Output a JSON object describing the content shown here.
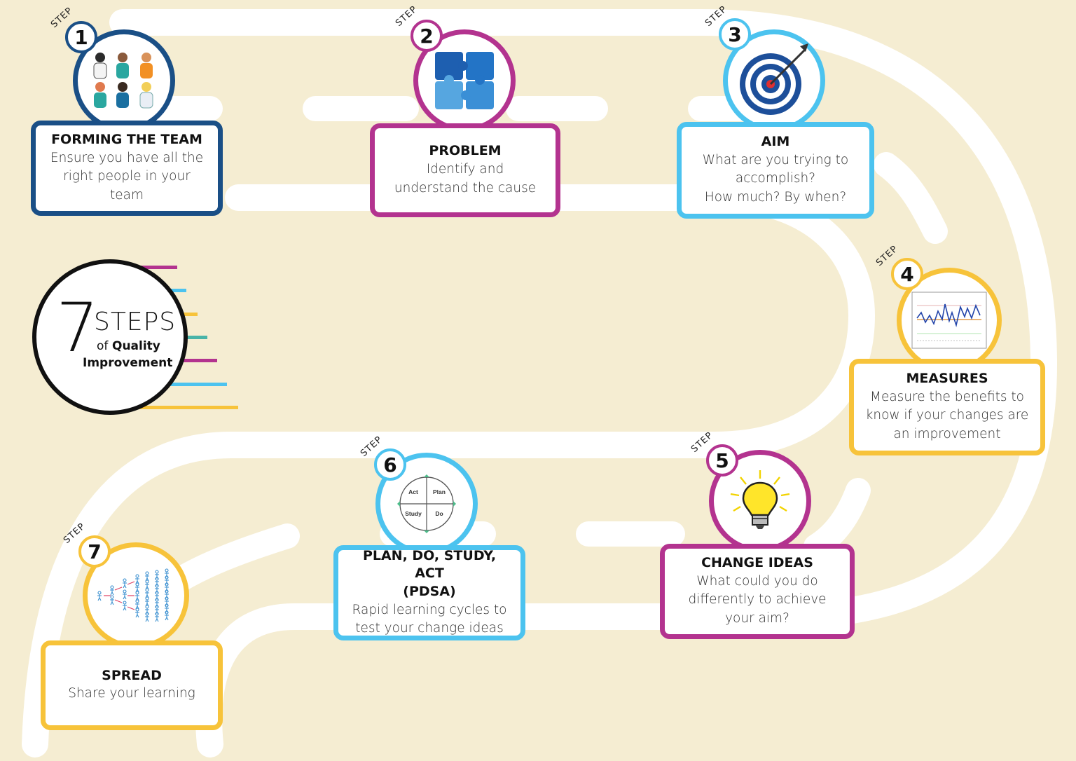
{
  "colors": {
    "background": "#f5edd2",
    "road": "#ffffff",
    "navy": "#1a4f86",
    "magenta": "#b3338f",
    "sky": "#4cc3ef",
    "amber": "#f7c33a",
    "teal": "#49b4a8"
  },
  "logo": {
    "number": "7",
    "steps_word": "STEPS",
    "of_word": "of",
    "quality_word": "Quality",
    "improvement_word": "Improvement",
    "stripe_colors": [
      "#b3338f",
      "#4cc3ef",
      "#f7c33a",
      "#49b4a8",
      "#b3338f",
      "#4cc3ef",
      "#f7c33a"
    ]
  },
  "step_word": "STEP",
  "steps": [
    {
      "number": "1",
      "title": "FORMING THE TEAM",
      "description": "Ensure you have all the\nright people in your\nteam",
      "color": "#1a4f86",
      "icon": "team-icon"
    },
    {
      "number": "2",
      "title": "PROBLEM",
      "description": "Identify and\nunderstand the cause",
      "color": "#b3338f",
      "icon": "puzzle-icon"
    },
    {
      "number": "3",
      "title": "AIM",
      "description": "What are you trying to\naccomplish?\nHow much? By when?",
      "color": "#4cc3ef",
      "icon": "target-icon"
    },
    {
      "number": "4",
      "title": "MEASURES",
      "description": "Measure the benefits to\nknow if your changes are\nan improvement",
      "color": "#f7c33a",
      "icon": "run-chart-icon"
    },
    {
      "number": "5",
      "title": "CHANGE IDEAS",
      "description": "What could you do\ndifferently to achieve\nyour aim?",
      "color": "#b3338f",
      "icon": "lightbulb-icon"
    },
    {
      "number": "6",
      "title": "PLAN, DO, STUDY, ACT\n(PDSA)",
      "description": "Rapid learning cycles to\ntest your change ideas",
      "color": "#4cc3ef",
      "icon": "pdsa-cycle-icon"
    },
    {
      "number": "7",
      "title": "SPREAD",
      "description": "Share your learning",
      "color": "#f7c33a",
      "icon": "spread-people-icon"
    }
  ],
  "pdsa_labels": {
    "act": "Act",
    "plan": "Plan",
    "study": "Study",
    "do": "Do"
  }
}
